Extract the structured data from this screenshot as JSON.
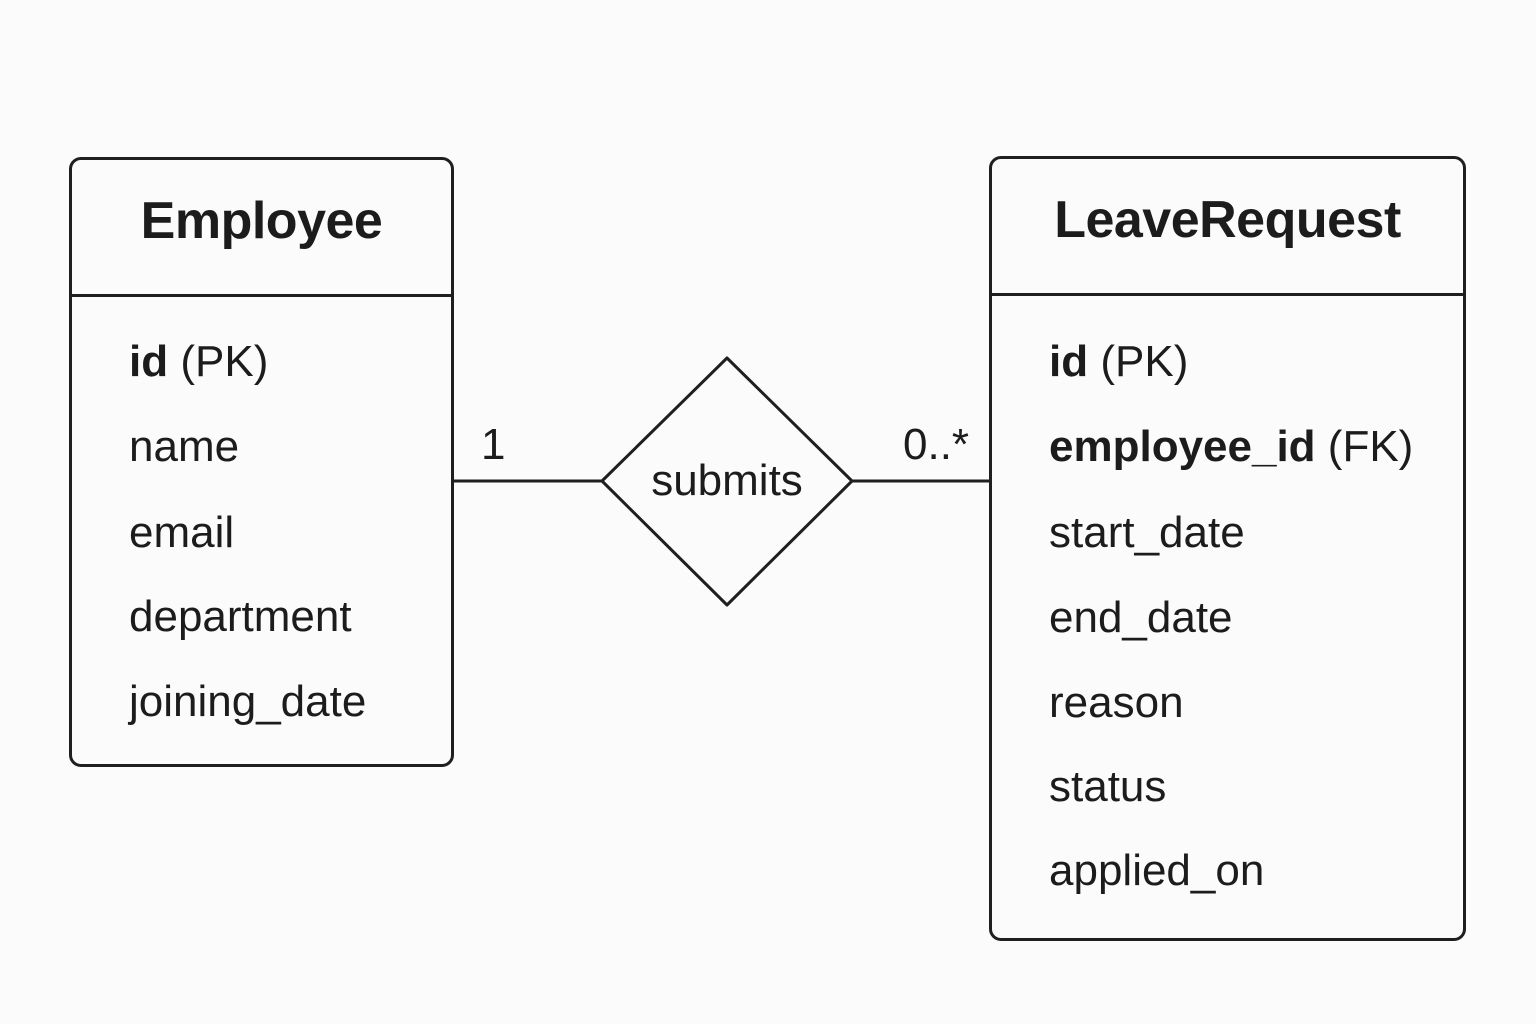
{
  "entities": {
    "employee": {
      "title": "Employee",
      "attributes": [
        {
          "name": "id",
          "tag": "(PK)",
          "key": true
        },
        {
          "name": "name",
          "tag": "",
          "key": false
        },
        {
          "name": "email",
          "tag": "",
          "key": false
        },
        {
          "name": "department",
          "tag": "",
          "key": false
        },
        {
          "name": "joining_date",
          "tag": "",
          "key": false
        }
      ]
    },
    "leave_request": {
      "title": "LeaveRequest",
      "attributes": [
        {
          "name": "id",
          "tag": "(PK)",
          "key": true
        },
        {
          "name": "employee_id",
          "tag": "(FK)",
          "key": true
        },
        {
          "name": "start_date",
          "tag": "",
          "key": false
        },
        {
          "name": "end_date",
          "tag": "",
          "key": false
        },
        {
          "name": "reason",
          "tag": "",
          "key": false
        },
        {
          "name": "status",
          "tag": "",
          "key": false
        },
        {
          "name": "applied_on",
          "tag": "",
          "key": false
        }
      ]
    }
  },
  "relationship": {
    "label": "submits",
    "left_cardinality": "1",
    "right_cardinality": "0..*"
  },
  "colors": {
    "background": "#fbfbfb",
    "stroke": "#1f1f1f",
    "text": "#1c1c1c"
  }
}
